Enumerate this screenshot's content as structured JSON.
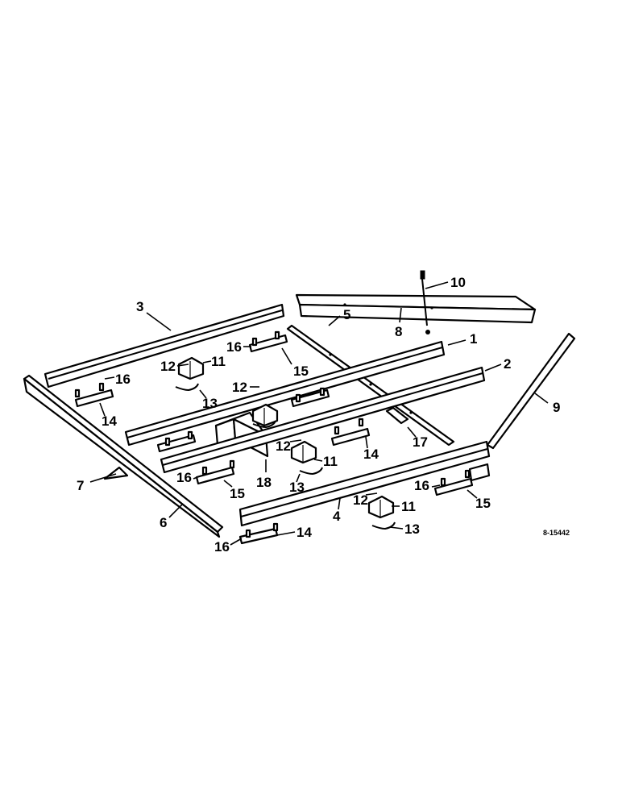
{
  "drawing_number": "8-15442",
  "callouts": {
    "c1": "1",
    "c2": "2",
    "c3": "3",
    "c4": "4",
    "c5": "5",
    "c6": "6",
    "c7": "7",
    "c8": "8",
    "c9": "9",
    "c10": "10",
    "c17": "17",
    "c18": "18",
    "c11a": "11",
    "c11b": "11",
    "c11c": "11",
    "c12a": "12",
    "c12b": "12",
    "c12c": "12",
    "c12d": "12",
    "c13a": "13",
    "c13b": "13",
    "c13c": "13",
    "c14a": "14",
    "c14b": "14",
    "c14c": "14",
    "c15a": "15",
    "c15b": "15",
    "c15c": "15",
    "c16a": "16",
    "c16b": "16",
    "c16c": "16",
    "c16d": "16",
    "c16e": "16"
  }
}
